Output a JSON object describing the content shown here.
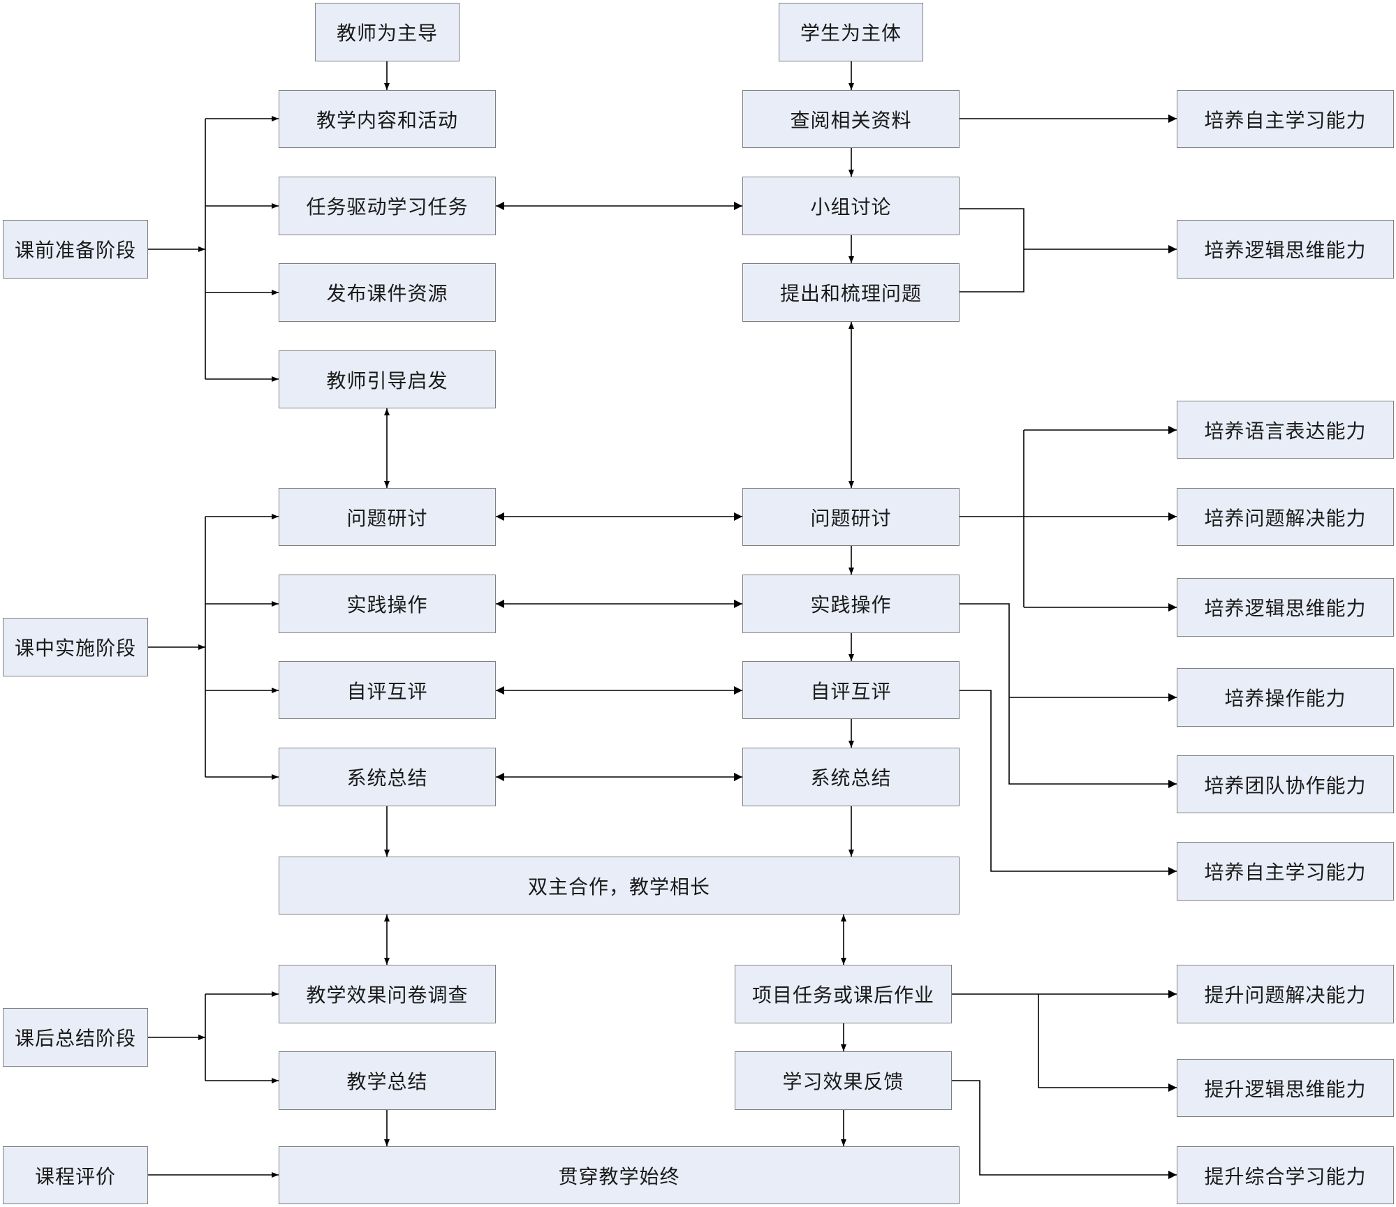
{
  "colors": {
    "node_fill": "#e8edf7",
    "node_border": "#7f7f7f",
    "line": "#000000"
  },
  "nodes": {
    "teacher_lead": "教师为主导",
    "student_main": "学生为主体",
    "teaching_content": "教学内容和活动",
    "consult_materials": "查阅相关资料",
    "ability_self_learning_1": "培养自主学习能力",
    "task_driven": "任务驱动学习任务",
    "group_discussion": "小组讨论",
    "pre_class_stage": "课前准备阶段",
    "ability_logical_1": "培养逻辑思维能力",
    "publish_courseware": "发布课件资源",
    "raise_questions": "提出和梳理问题",
    "teacher_guide": "教师引导启发",
    "ability_language": "培养语言表达能力",
    "teacher_discussion": "问题研讨",
    "student_discussion": "问题研讨",
    "ability_problem_solving": "培养问题解决能力",
    "teacher_practice": "实践操作",
    "student_practice": "实践操作",
    "ability_logical_2": "培养逻辑思维能力",
    "in_class_stage": "课中实施阶段",
    "ability_operation": "培养操作能力",
    "teacher_evaluation": "自评互评",
    "student_evaluation": "自评互评",
    "ability_teamwork": "培养团队协作能力",
    "teacher_summary": "系统总结",
    "student_summary": "系统总结",
    "ability_self_learning_2": "培养自主学习能力",
    "co_growth": "双主合作，教学相长",
    "survey": "教学效果问卷调查",
    "project_homework": "项目任务或课后作业",
    "improve_problem_solving": "提升问题解决能力",
    "post_class_stage": "课后总结阶段",
    "teaching_summary": "教学总结",
    "learning_feedback": "学习效果反馈",
    "improve_logical": "提升逻辑思维能力",
    "course_evaluation": "课程评价",
    "throughout": "贯穿教学始终",
    "improve_comprehensive": "提升综合学习能力"
  }
}
